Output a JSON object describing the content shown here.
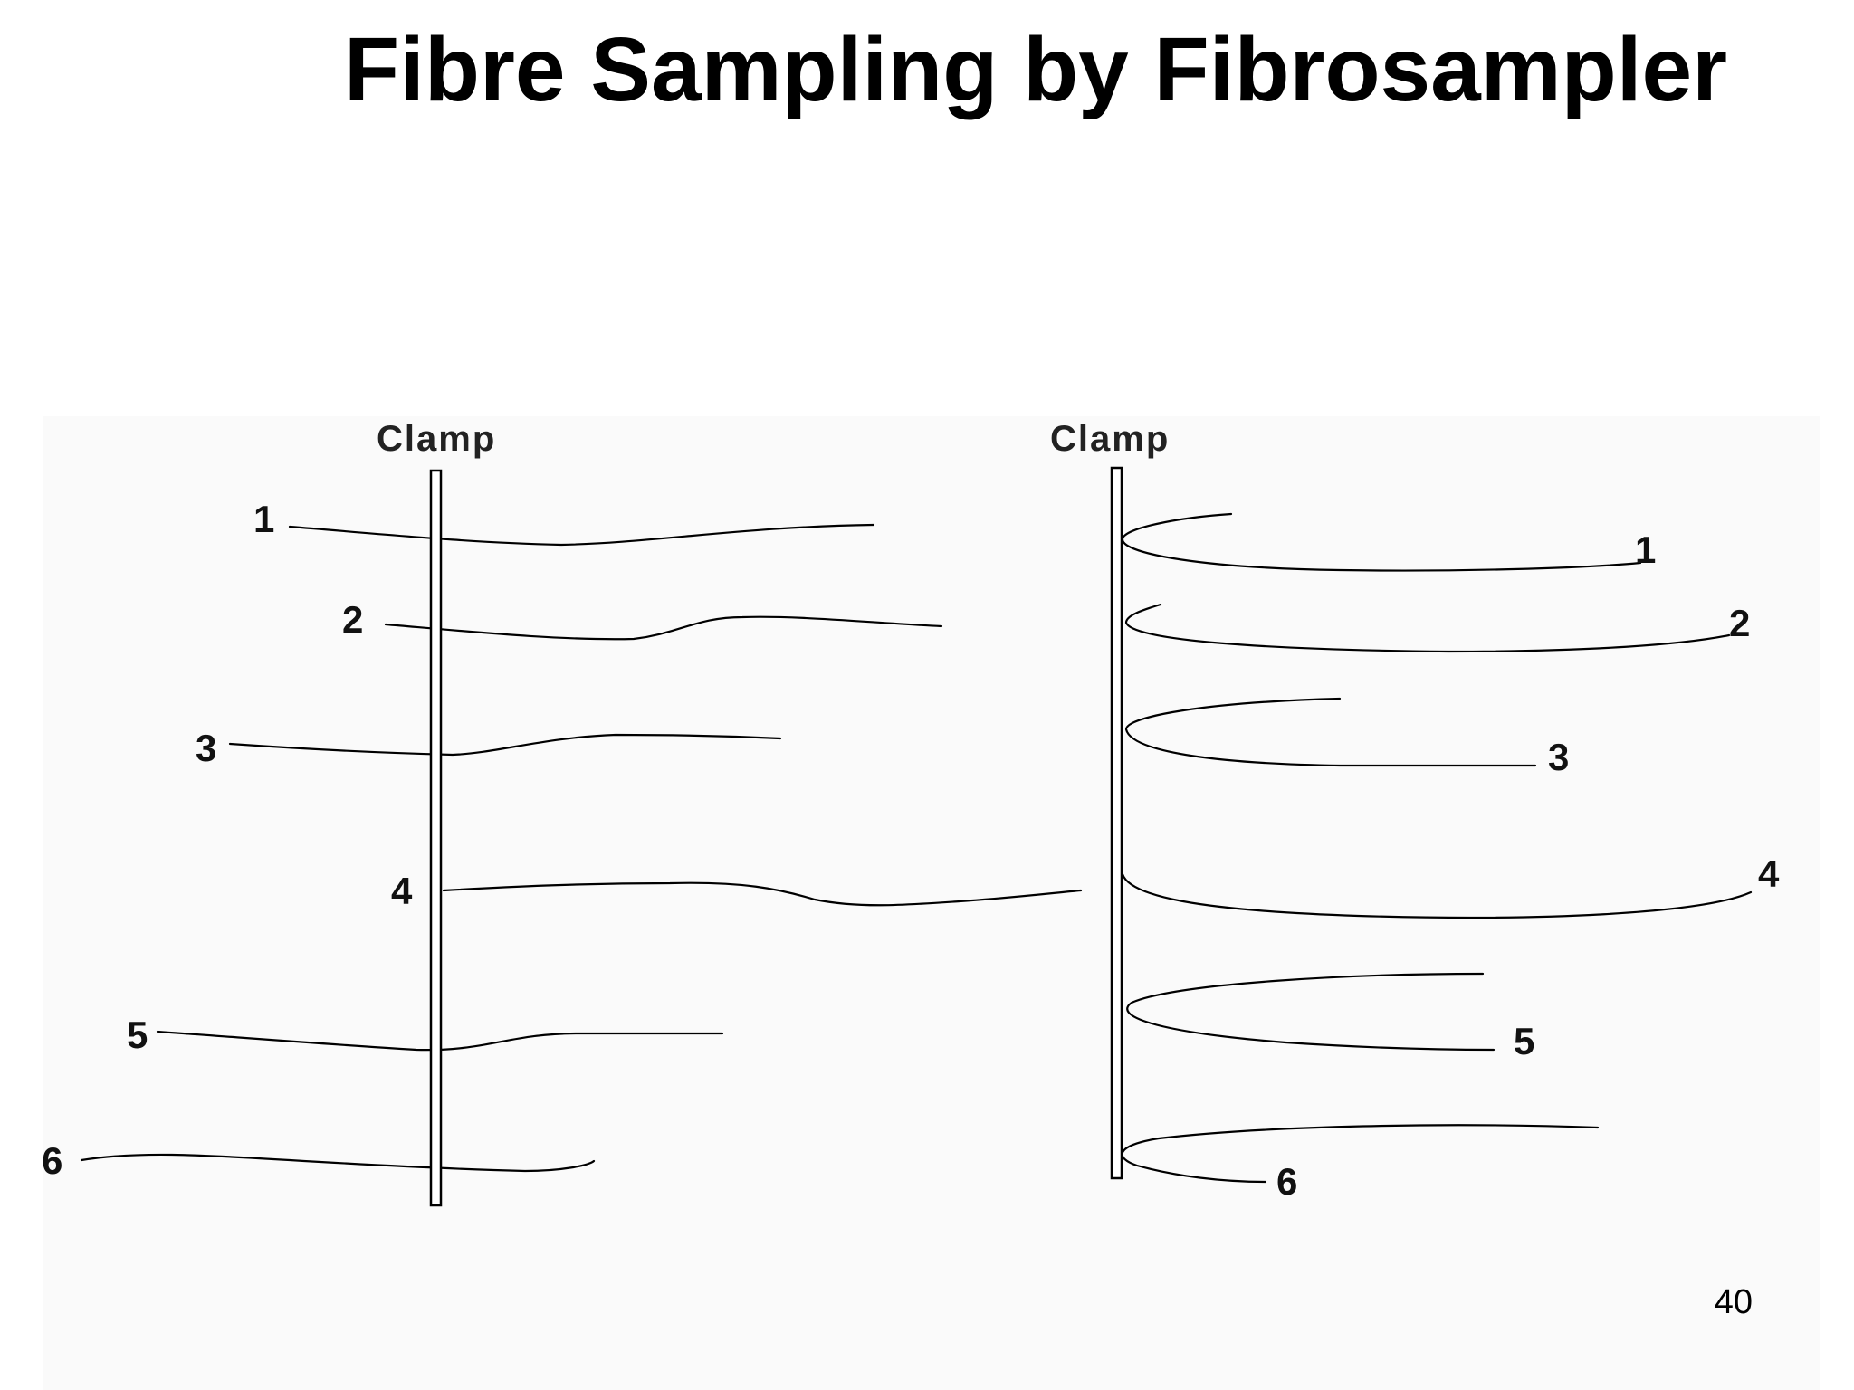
{
  "title": "Fibre Sampling by Fibrosampler",
  "page_number": "40",
  "left_diagram": {
    "clamp_label": "Clamp",
    "fibres": [
      {
        "label": "1"
      },
      {
        "label": "2"
      },
      {
        "label": "3"
      },
      {
        "label": "4"
      },
      {
        "label": "5"
      },
      {
        "label": "6"
      }
    ]
  },
  "right_diagram": {
    "clamp_label": "Clamp",
    "fibres": [
      {
        "label": "1"
      },
      {
        "label": "2"
      },
      {
        "label": "3"
      },
      {
        "label": "4"
      },
      {
        "label": "5"
      },
      {
        "label": "6"
      }
    ]
  }
}
